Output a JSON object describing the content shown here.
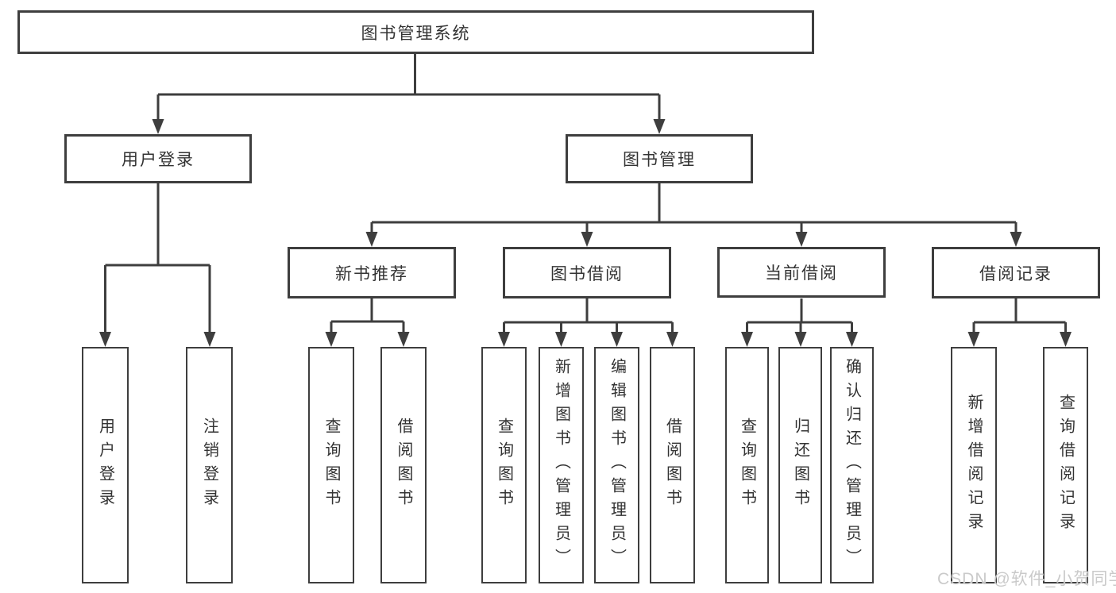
{
  "diagram": {
    "title_note": "functional structure diagram of a library management system",
    "colors": {
      "line": "#3e3e3e",
      "border": "#3e3e3e",
      "text": "#333333",
      "background": "#ffffff",
      "watermark": "#c1c1c1"
    },
    "root": {
      "label": "图书管理系统"
    },
    "level2": [
      {
        "label": "用户登录"
      },
      {
        "label": "图书管理"
      }
    ],
    "level3": [
      {
        "label": "新书推荐"
      },
      {
        "label": "图书借阅"
      },
      {
        "label": "当前借阅"
      },
      {
        "label": "借阅记录"
      }
    ],
    "leaves": [
      {
        "label": "用户登录"
      },
      {
        "label": "注销登录"
      },
      {
        "label": "查询图书"
      },
      {
        "label": "借阅图书"
      },
      {
        "label": "查询图书"
      },
      {
        "label": "新增图书（管理员）"
      },
      {
        "label": "编辑图书（管理员）"
      },
      {
        "label": "借阅图书"
      },
      {
        "label": "查询图书"
      },
      {
        "label": "归还图书"
      },
      {
        "label": "确认归还（管理员）"
      },
      {
        "label": "新增借阅记录"
      },
      {
        "label": "查询借阅记录"
      }
    ]
  },
  "watermark": {
    "text": "CSDN @软件_小贺同学"
  }
}
